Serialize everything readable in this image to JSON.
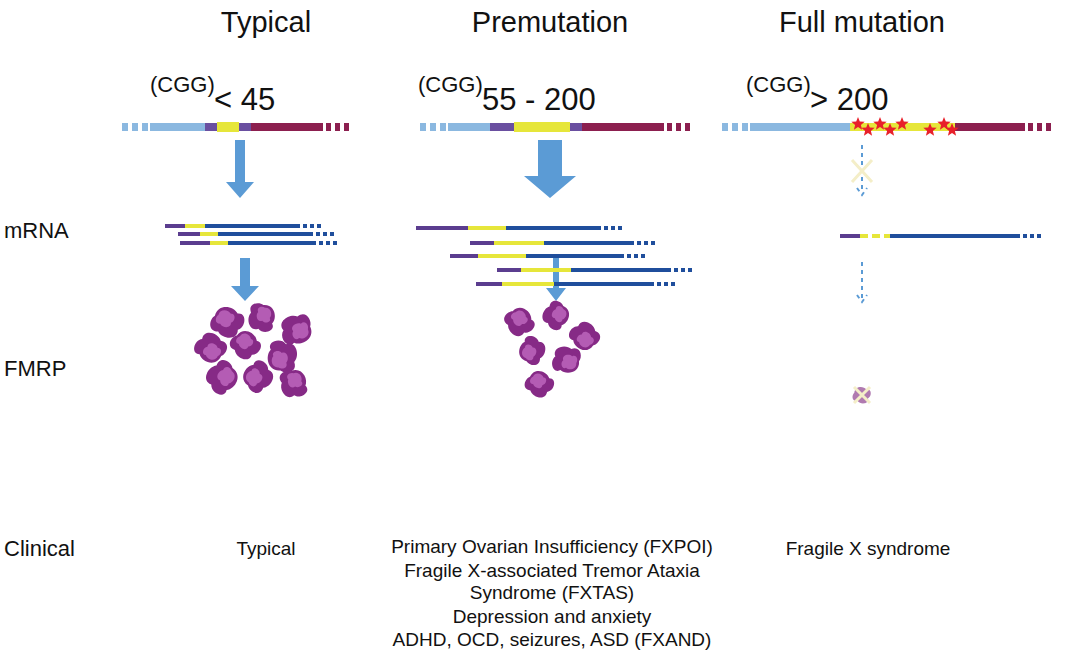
{
  "diagram": {
    "labels": [
      "Typical",
      "Premutation",
      "Full mutation",
      "(CGG)",
      "< 45",
      "(CGG)",
      "55 - 200",
      "(CGG)",
      "> 200",
      "mRNA",
      "FMRP",
      "Clinical",
      "Typical",
      "Primary Ovarian Insufficiency (FXPOI)",
      "Fragile X-associated Tremor Ataxia Syndrome (FXTAS)",
      "Depression and anxiety",
      "ADHD, OCD, seizures, ASD (FXAND)",
      "Fragile X syndrome"
    ]
  }
}
